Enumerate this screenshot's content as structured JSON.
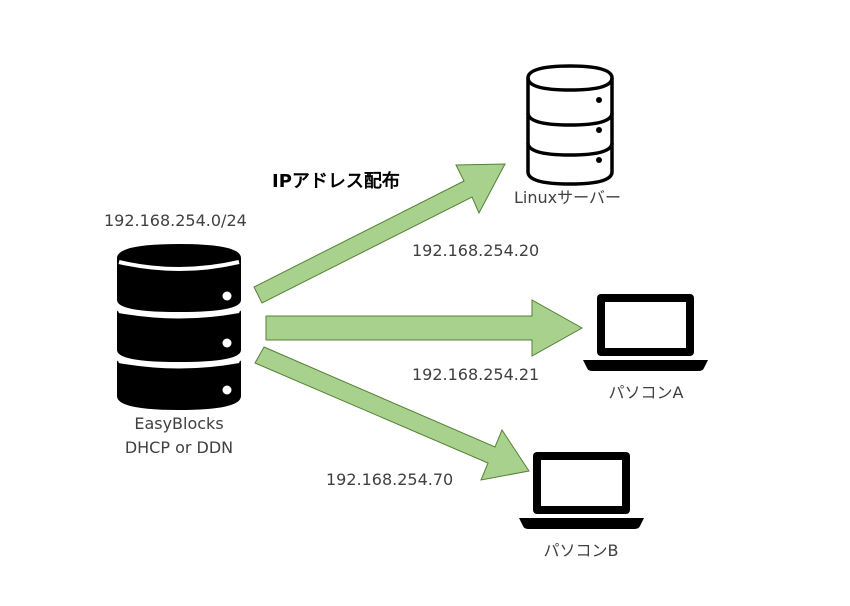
{
  "title": "IPアドレス配布",
  "subnet": "192.168.254.0/24",
  "server": {
    "name": "EasyBlocks",
    "role": "DHCP or DDN",
    "icon": "server-stack-icon"
  },
  "clients": [
    {
      "label": "Linuxサーバー",
      "ip": "192.168.254.20",
      "icon": "server-stack-icon"
    },
    {
      "label": "パソコンA",
      "ip": "192.168.254.21",
      "icon": "laptop-icon"
    },
    {
      "label": "パソコンB",
      "ip": "192.168.254.70",
      "icon": "laptop-icon"
    }
  ],
  "colors": {
    "arrow_fill": "#a9d18e",
    "arrow_stroke": "#538135",
    "server_dark": "#000000",
    "text": "#404040"
  }
}
